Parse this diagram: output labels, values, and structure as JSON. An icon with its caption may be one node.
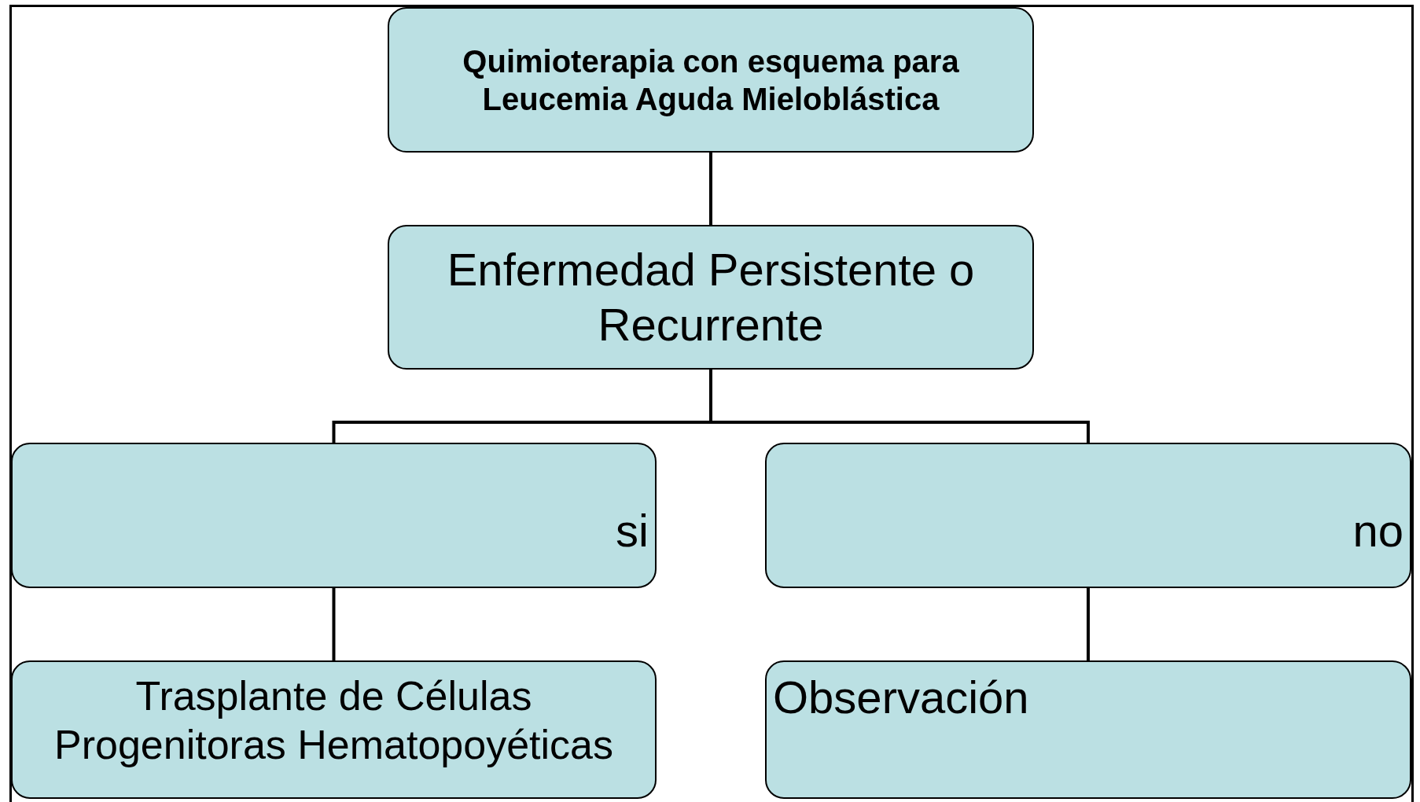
{
  "diagram": {
    "nodes": [
      {
        "text": [
          "Quimioterapia con esquema para Leucemia Aguda Mieloblástica"
        ]
      },
      {
        "text": [
          "Enfermedad Persistente o Recurrente"
        ]
      },
      {
        "text": [
          "si"
        ]
      },
      {
        "text": [
          "no"
        ]
      },
      {
        "text": [
          "Trasplante de Células Progenitoras Hematopoyéticas"
        ]
      },
      {
        "text": [
          "Observación"
        ]
      }
    ],
    "edges": [
      {
        "from": 0,
        "to": 1,
        "arrow": "none"
      },
      {
        "from": 1,
        "to": 2,
        "arrow": "none"
      },
      {
        "from": 1,
        "to": 3,
        "arrow": "none"
      },
      {
        "from": 2,
        "to": 4,
        "arrow": "none"
      },
      {
        "from": 3,
        "to": 5,
        "arrow": "none"
      }
    ]
  }
}
